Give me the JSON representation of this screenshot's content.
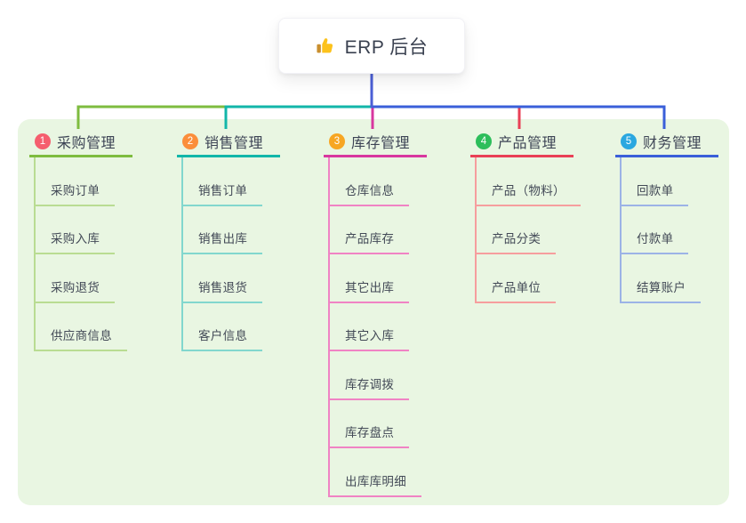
{
  "root": {
    "label": "ERP 后台",
    "icon": "thumbs-up-icon"
  },
  "colors": {
    "panel_bg": "#e9f6e2",
    "trunk": "#4b5fd6",
    "header_text": "#3d4455",
    "child_text": "#434a57"
  },
  "branches": [
    {
      "number": "1",
      "label": "采购管理",
      "badge_color": "#f55e6e",
      "line_color": "#7ebc3f",
      "child_line_color": "#b9dc92",
      "children": [
        "采购订单",
        "采购入库",
        "采购退货",
        "供应商信息"
      ]
    },
    {
      "number": "2",
      "label": "销售管理",
      "badge_color": "#fb8e3b",
      "line_color": "#12b6a9",
      "child_line_color": "#82d7ce",
      "children": [
        "销售订单",
        "销售出库",
        "销售退货",
        "客户信息"
      ]
    },
    {
      "number": "3",
      "label": "库存管理",
      "badge_color": "#f7a622",
      "line_color": "#d8379f",
      "child_line_color": "#f083c4",
      "children": [
        "仓库信息",
        "产品库存",
        "其它出库",
        "其它入库",
        "库存调拨",
        "库存盘点",
        "出库库明细"
      ]
    },
    {
      "number": "4",
      "label": "产品管理",
      "badge_color": "#2dbe5b",
      "line_color": "#e94056",
      "child_line_color": "#f69e9e",
      "children": [
        "产品（物料）",
        "产品分类",
        "产品单位"
      ]
    },
    {
      "number": "5",
      "label": "财务管理",
      "badge_color": "#2aa7e0",
      "line_color": "#3a5fd9",
      "child_line_color": "#9cb3e6",
      "children": [
        "回款单",
        "付款单",
        "结算账户"
      ]
    }
  ]
}
